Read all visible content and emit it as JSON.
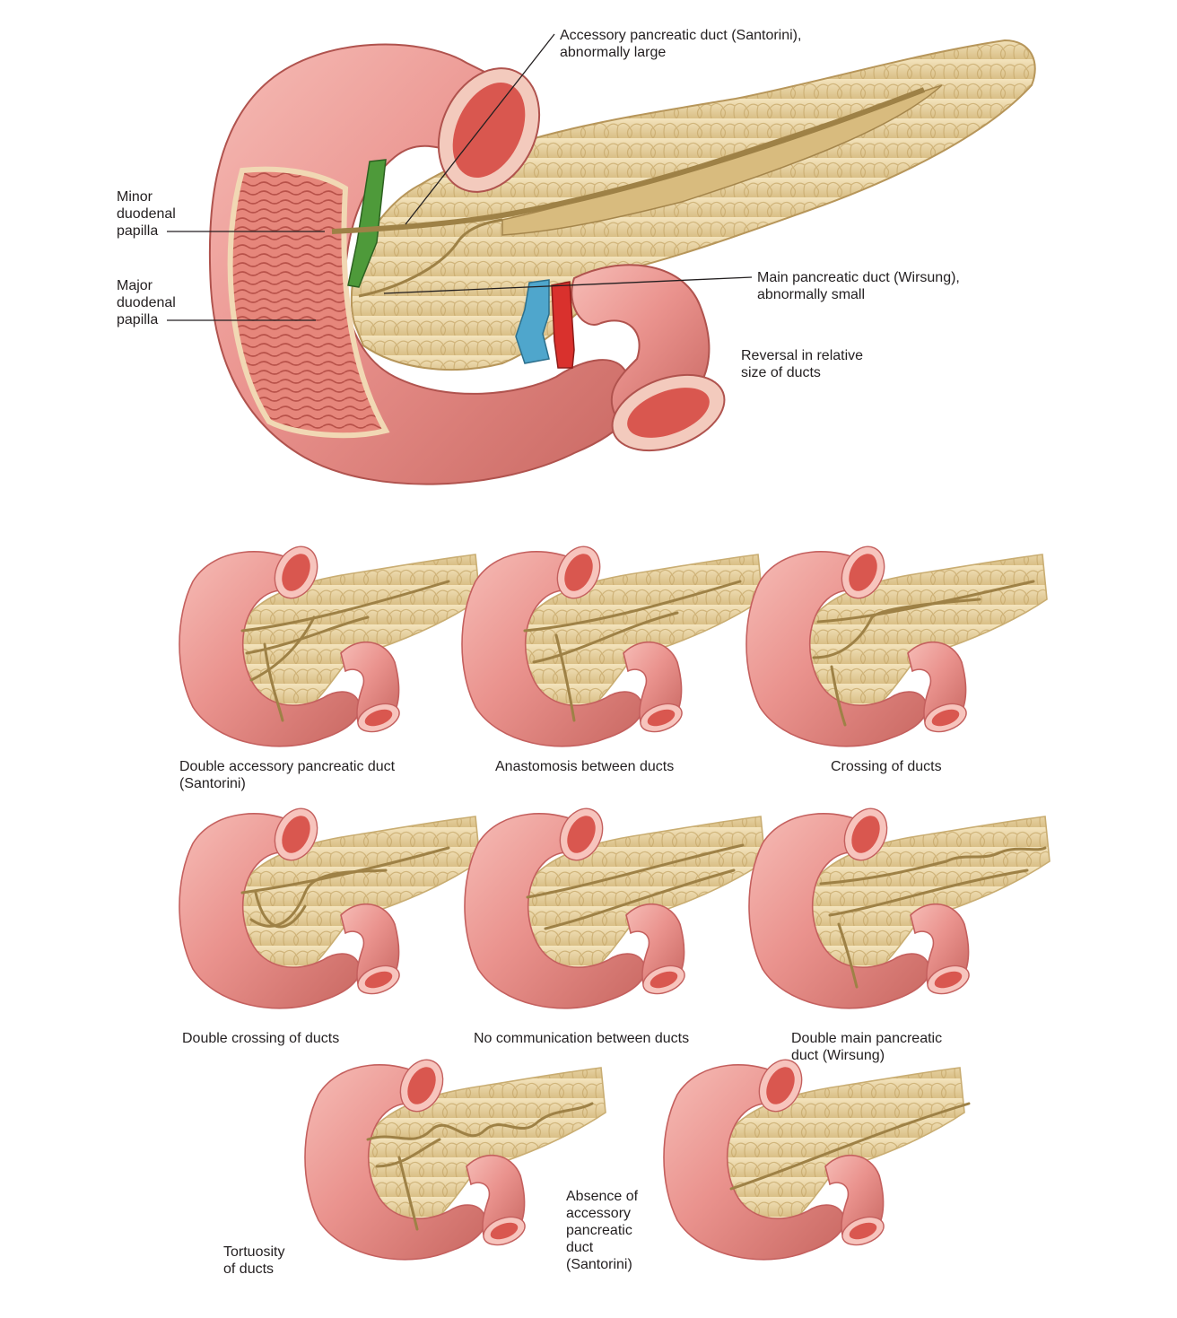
{
  "main_figure": {
    "labels": {
      "accessory_duct": [
        "Accessory pancreatic duct (Santorini),",
        "abnormally large"
      ],
      "minor_papilla": [
        "Minor",
        "duodenal",
        "papilla"
      ],
      "major_papilla": [
        "Major",
        "duodenal",
        "papilla"
      ],
      "main_duct": [
        "Main pancreatic duct (Wirsung),",
        "abnormally small"
      ],
      "caption": [
        "Reversal in relative",
        "size of ducts"
      ]
    }
  },
  "variants": [
    {
      "id": "double-accessory",
      "caption": [
        "Double accessory pancreatic duct",
        "(Santorini)"
      ]
    },
    {
      "id": "anastomosis",
      "caption": [
        "Anastomosis between ducts"
      ]
    },
    {
      "id": "crossing",
      "caption": [
        "Crossing of ducts"
      ]
    },
    {
      "id": "double-crossing",
      "caption": [
        "Double crossing of ducts"
      ]
    },
    {
      "id": "no-communication",
      "caption": [
        "No communication between ducts"
      ]
    },
    {
      "id": "double-main",
      "caption": [
        "Double main pancreatic",
        "duct (Wirsung)"
      ]
    },
    {
      "id": "tortuosity",
      "caption": [
        "Tortuosity",
        "of ducts"
      ]
    },
    {
      "id": "absence-accessory",
      "caption": [
        "Absence of",
        "accessory",
        "pancreatic",
        "duct",
        "(Santorini)"
      ]
    }
  ],
  "colors": {
    "duodenum": "#e9908c",
    "duodenum_dark": "#c4605e",
    "duodenum_light": "#f7c4bd",
    "mucosa": "#e07f74",
    "lumen": "#d9574f",
    "pancreas": "#eed8a6",
    "pancreas_dark": "#c9ad72",
    "duct": "#9e8146",
    "portal_vein": "#4fa6cc",
    "artery": "#d9312d",
    "bile_duct": "#4e9a3a"
  }
}
